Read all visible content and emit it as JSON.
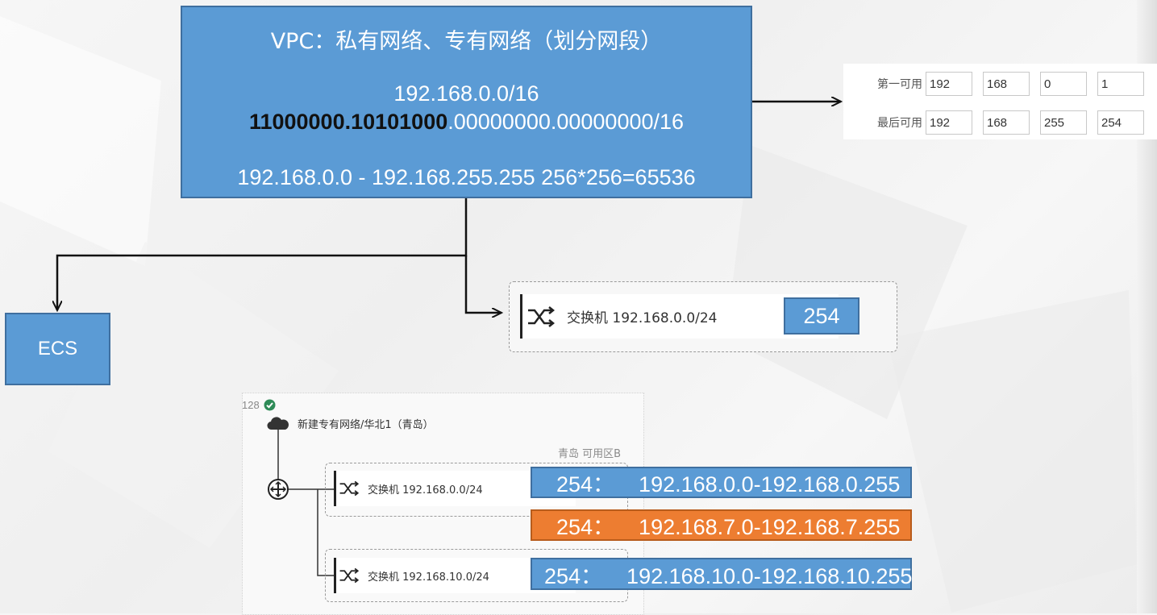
{
  "vpc": {
    "title": "VPC：私有网络、专有网络（划分网段）",
    "cidr": "192.168.0.0/16",
    "binary_bold": "11000000.10101000",
    "binary_rest": ".00000000.00000000/16",
    "range": "192.168.0.0 - 192.168.255.255  256*256=65536"
  },
  "ecs": {
    "label": "ECS"
  },
  "ip_panel": {
    "first_label": "第一可用",
    "first_values": [
      "192",
      "168",
      "0",
      "1"
    ],
    "last_label": "最后可用",
    "last_values": [
      "192",
      "168",
      "255",
      "254"
    ]
  },
  "upper_switch": {
    "label": "交换机 192.168.0.0/24",
    "count": "254"
  },
  "console": {
    "id_fragment": "128",
    "vpc_name": "新建专有网络/华北1（青岛）",
    "zone": "青岛 可用区B",
    "switch1_label": "交换机 192.168.0.0/24",
    "switch2_label": "交换机 192.168.10.0/24"
  },
  "ranges": [
    {
      "text": "254：    192.168.0.0-192.168.0.255",
      "color": "#5b9bd5"
    },
    {
      "text": "254：    192.168.7.0-192.168.7.255",
      "color": "#ed7d31"
    },
    {
      "text": "254：    192.168.10.0-192.168.10.255",
      "color": "#5b9bd5"
    }
  ]
}
